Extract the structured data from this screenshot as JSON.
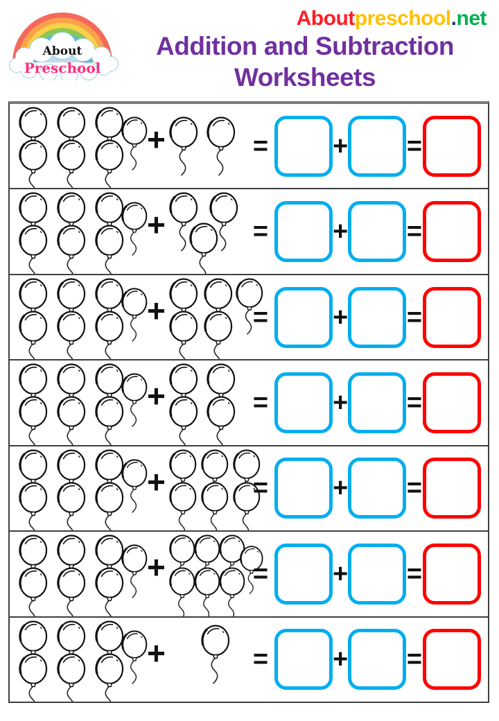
{
  "header": {
    "logo": {
      "line1": "About",
      "line2": "Preschool",
      "line2_color": "#FF2E7E"
    },
    "site_name": {
      "segments": [
        {
          "text": "About",
          "color": "#FF1D25"
        },
        {
          "text": "preschool",
          "color": "#FFC000"
        },
        {
          "text": ".",
          "color": "#203864"
        },
        {
          "text": "net",
          "color": "#00B050"
        }
      ]
    },
    "title_line1": "Addition and Subtraction",
    "title_line2": "Worksheets",
    "title_color": "#7030A0"
  },
  "worksheet": {
    "symbols": {
      "plus": "+",
      "equals": "="
    },
    "box_colors": {
      "addend": "#00AEEF",
      "result": "#FF0000"
    },
    "rows": [
      {
        "left_count": 7,
        "right_count": 2,
        "left_pattern": "three-pairs-single",
        "right_pattern": "two-flat"
      },
      {
        "left_count": 7,
        "right_count": 3,
        "left_pattern": "three-pairs-single",
        "right_pattern": "two-top-one-bottom"
      },
      {
        "left_count": 7,
        "right_count": 5,
        "left_pattern": "three-pairs-single",
        "right_pattern": "two-pairs-one-top"
      },
      {
        "left_count": 7,
        "right_count": 4,
        "left_pattern": "three-pairs-single",
        "right_pattern": "two-pairs"
      },
      {
        "left_count": 7,
        "right_count": 6,
        "left_pattern": "three-pairs-single",
        "right_pattern": "three-pairs"
      },
      {
        "left_count": 7,
        "right_count": 7,
        "left_pattern": "three-pairs-single",
        "right_pattern": "three-pairs-single-dense"
      },
      {
        "left_count": 7,
        "right_count": 1,
        "left_pattern": "three-pairs-single",
        "right_pattern": "one"
      }
    ]
  }
}
